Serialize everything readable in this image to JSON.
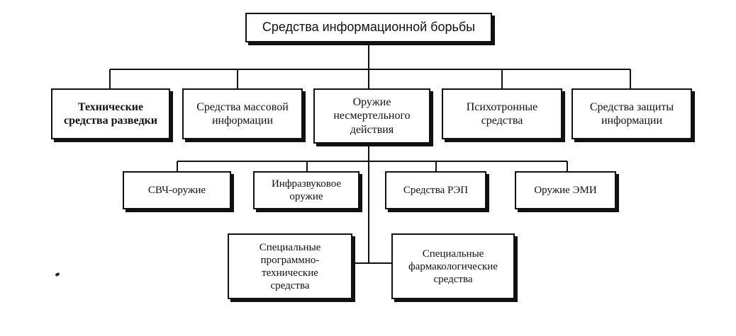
{
  "root": {
    "label": "Средства информационной борьбы"
  },
  "level1": [
    {
      "label": "Технические средства разведки"
    },
    {
      "label": "Средства массовой информации"
    },
    {
      "label": "Оружие несмертельного действия"
    },
    {
      "label": "Психотронные средства"
    },
    {
      "label": "Средства защиты информации"
    }
  ],
  "level2": [
    {
      "label": "СВЧ-оружие"
    },
    {
      "label": "Инфразвуковое оружие"
    },
    {
      "label": "Средства РЭП"
    },
    {
      "label": "Оружие ЭМИ"
    }
  ],
  "level3": [
    {
      "label": "Специальные программно-технические средства"
    },
    {
      "label": "Специальные фармакологические средства"
    }
  ]
}
